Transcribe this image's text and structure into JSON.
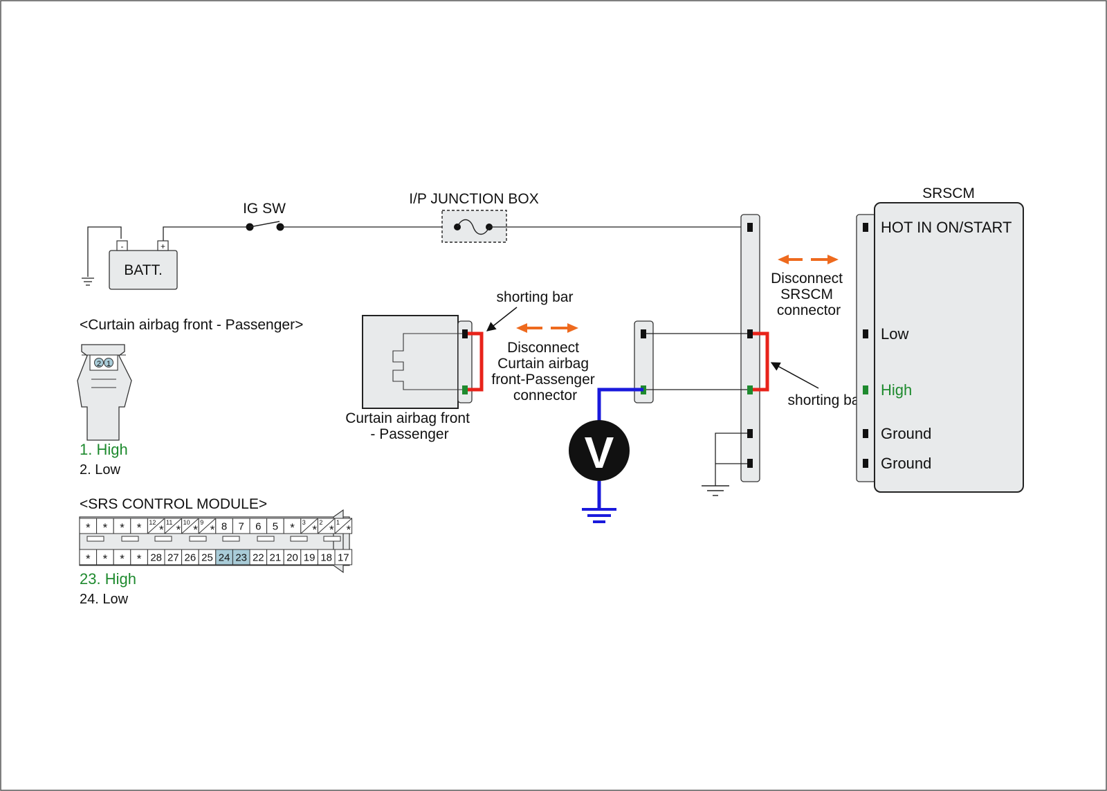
{
  "battery": {
    "label": "BATT.",
    "neg": "-",
    "pos": "+"
  },
  "ig_switch": {
    "label": "IG SW"
  },
  "junction_box": {
    "label": "I/P JUNCTION BOX"
  },
  "srscm": {
    "title": "SRSCM",
    "pins": {
      "hot": "HOT IN ON/START",
      "low": "Low",
      "high": "High",
      "ground1": "Ground",
      "ground2": "Ground"
    }
  },
  "disconnect_srscm": {
    "line1": "Disconnect",
    "line2": "SRSCM",
    "line3": "connector"
  },
  "disconnect_airbag": {
    "line1": "Disconnect",
    "line2": "Curtain airbag",
    "line3": "front-Passenger",
    "line4": "connector"
  },
  "shorting_bar_1": "shorting bar",
  "shorting_bar_2": "shorting bar",
  "airbag_component": {
    "line1": "Curtain airbag front",
    "line2": "- Passenger"
  },
  "voltmeter": {
    "symbol": "V"
  },
  "airbag_connector_view": {
    "title": "<Curtain airbag front - Passenger>",
    "pin2": "2",
    "pin1": "1",
    "legend_high": "1. High",
    "legend_low": "2. Low"
  },
  "srs_module_view": {
    "title": "<SRS CONTROL MODULE>",
    "star": "*",
    "top_nums": {
      "n12": "12",
      "n11": "11",
      "n10": "10",
      "n9": "9",
      "n8": "8",
      "n7": "7",
      "n6": "6",
      "n5": "5",
      "n3": "3",
      "n2": "2",
      "n1": "1"
    },
    "bottom_nums": {
      "n28": "28",
      "n27": "27",
      "n26": "26",
      "n25": "25",
      "n24": "24",
      "n23": "23",
      "n22": "22",
      "n21": "21",
      "n20": "20",
      "n19": "19",
      "n18": "18",
      "n17": "17"
    },
    "legend_high": "23. High",
    "legend_low": "24. Low"
  },
  "colors": {
    "high_text": "#1e8a2e",
    "probe_wire": "#1a1adc",
    "shorting_bar": "#e8231a",
    "disconnect_arrow": "#ee6a1e",
    "component_fill": "#e8eaeb",
    "highlight_cell": "#a9ccd8"
  }
}
